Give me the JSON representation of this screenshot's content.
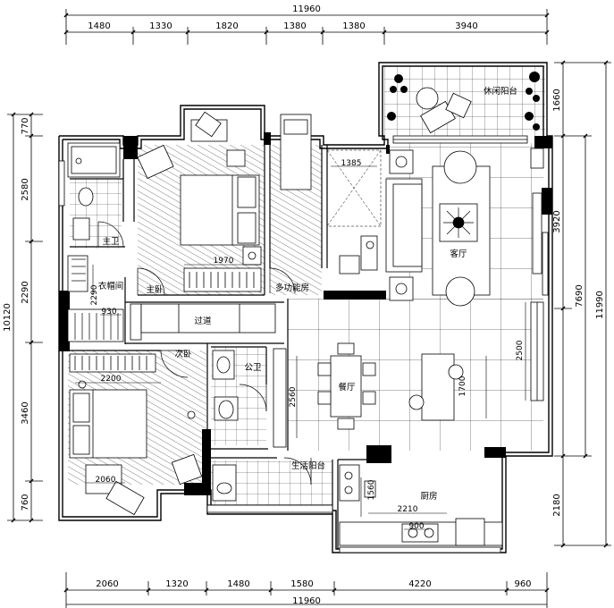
{
  "dimensions": {
    "top_total": "11960",
    "top_segments": [
      "1480",
      "1330",
      "1820",
      "1380",
      "1380",
      "3940"
    ],
    "bottom_total": "11960",
    "bottom_segments": [
      "2060",
      "1320",
      "1480",
      "1580",
      "4220",
      "960"
    ],
    "left_total": "10120",
    "left_segments": [
      "770",
      "2580",
      "2290",
      "3460",
      "760"
    ],
    "right_segments_inner": [
      "1660",
      "3920",
      "2180"
    ],
    "right_mid": "7690",
    "right_total": "11990",
    "interior": [
      "1385",
      "1970",
      "2290",
      "930",
      "2200",
      "2060",
      "2500",
      "1700",
      "2560",
      "1560",
      "2210",
      "900"
    ]
  },
  "rooms": {
    "leisure_balcony": "休闲阳台",
    "living_room": "客厅",
    "master_bath": "主卫",
    "cloakroom": "衣帽间",
    "master_bedroom": "主卧",
    "multi_room": "多功能房",
    "corridor": "过道",
    "second_bedroom": "次卧",
    "public_bath": "公卫",
    "dining_room": "餐厅",
    "utility_balcony": "生活阳台",
    "kitchen": "厨房"
  },
  "colors": {
    "wall": "#000000",
    "line": "#000000",
    "background": "#ffffff"
  }
}
